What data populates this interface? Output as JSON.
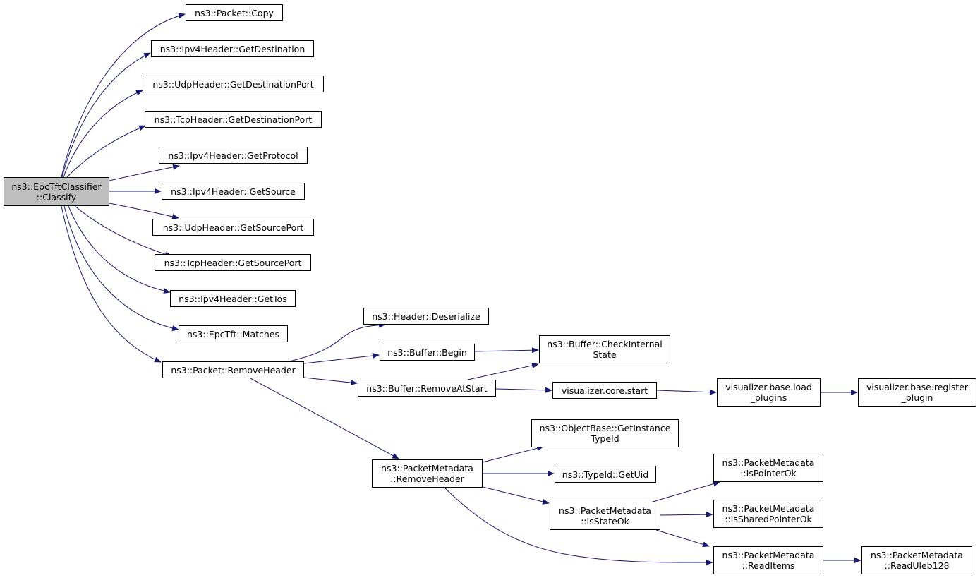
{
  "nodes": [
    {
      "id": "classify",
      "label": "ns3::EpcTftClassifier\n::Classify",
      "root": true
    },
    {
      "id": "copy",
      "label": "ns3::Packet::Copy"
    },
    {
      "id": "ipv4dst",
      "label": "ns3::Ipv4Header::GetDestination"
    },
    {
      "id": "udpdst",
      "label": "ns3::UdpHeader::GetDestinationPort"
    },
    {
      "id": "tcpdst",
      "label": "ns3::TcpHeader::GetDestinationPort"
    },
    {
      "id": "ipv4proto",
      "label": "ns3::Ipv4Header::GetProtocol"
    },
    {
      "id": "ipv4src",
      "label": "ns3::Ipv4Header::GetSource"
    },
    {
      "id": "udpsrc",
      "label": "ns3::UdpHeader::GetSourcePort"
    },
    {
      "id": "tcpsrc",
      "label": "ns3::TcpHeader::GetSourcePort"
    },
    {
      "id": "ipv4tos",
      "label": "ns3::Ipv4Header::GetTos"
    },
    {
      "id": "matches",
      "label": "ns3::EpcTft::Matches"
    },
    {
      "id": "removeheader",
      "label": "ns3::Packet::RemoveHeader"
    },
    {
      "id": "deserialize",
      "label": "ns3::Header::Deserialize"
    },
    {
      "id": "begin",
      "label": "ns3::Buffer::Begin"
    },
    {
      "id": "checkinternal",
      "label": "ns3::Buffer::CheckInternal\nState"
    },
    {
      "id": "removeatstart",
      "label": "ns3::Buffer::RemoveAtStart"
    },
    {
      "id": "vcstart",
      "label": "visualizer.core.start"
    },
    {
      "id": "loadplugins",
      "label": "visualizer.base.load\n_plugins"
    },
    {
      "id": "registerplugin",
      "label": "visualizer.base.register\n_plugin"
    },
    {
      "id": "pmremoveheader",
      "label": "ns3::PacketMetadata\n::RemoveHeader"
    },
    {
      "id": "getinstancetypeid",
      "label": "ns3::ObjectBase::GetInstance\nTypeId"
    },
    {
      "id": "getuid",
      "label": "ns3::TypeId::GetUid"
    },
    {
      "id": "isstateok",
      "label": "ns3::PacketMetadata\n::IsStateOk"
    },
    {
      "id": "ispointerok",
      "label": "ns3::PacketMetadata\n::IsPointerOk"
    },
    {
      "id": "issharedpointerok",
      "label": "ns3::PacketMetadata\n::IsSharedPointerOk"
    },
    {
      "id": "readitems",
      "label": "ns3::PacketMetadata\n::ReadItems"
    },
    {
      "id": "readuleb128",
      "label": "ns3::PacketMetadata\n::ReadUleb128"
    }
  ],
  "edges": [
    [
      "classify",
      "copy"
    ],
    [
      "classify",
      "ipv4dst"
    ],
    [
      "classify",
      "udpdst"
    ],
    [
      "classify",
      "tcpdst"
    ],
    [
      "classify",
      "ipv4proto"
    ],
    [
      "classify",
      "ipv4src"
    ],
    [
      "classify",
      "udpsrc"
    ],
    [
      "classify",
      "tcpsrc"
    ],
    [
      "classify",
      "ipv4tos"
    ],
    [
      "classify",
      "matches"
    ],
    [
      "classify",
      "removeheader"
    ],
    [
      "removeheader",
      "deserialize"
    ],
    [
      "removeheader",
      "begin"
    ],
    [
      "removeheader",
      "removeatstart"
    ],
    [
      "removeheader",
      "pmremoveheader"
    ],
    [
      "begin",
      "checkinternal"
    ],
    [
      "removeatstart",
      "checkinternal"
    ],
    [
      "removeatstart",
      "vcstart"
    ],
    [
      "vcstart",
      "loadplugins"
    ],
    [
      "loadplugins",
      "registerplugin"
    ],
    [
      "pmremoveheader",
      "getinstancetypeid"
    ],
    [
      "pmremoveheader",
      "getuid"
    ],
    [
      "pmremoveheader",
      "isstateok"
    ],
    [
      "pmremoveheader",
      "readitems"
    ],
    [
      "isstateok",
      "ispointerok"
    ],
    [
      "isstateok",
      "issharedpointerok"
    ],
    [
      "isstateok",
      "readitems"
    ],
    [
      "readitems",
      "readuleb128"
    ]
  ],
  "colors": {
    "edge": "#191970",
    "root_fill": "#bfbfbf",
    "node_border": "#000000"
  }
}
